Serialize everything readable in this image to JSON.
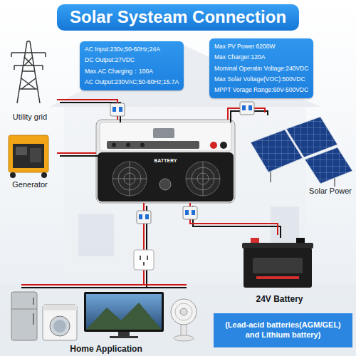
{
  "diagram": {
    "title": "Solar Systeam Connection",
    "nodes": [
      {
        "text": [
          "AC Input:230v;50-60Hz;24A",
          "DC Output:27VDC",
          "Max.AC Charging：100A",
          "AC Output:230VAC;50-60Hz;15.7A"
        ]
      },
      {
        "text": [
          "Max PV Power 6200W",
          "Max Charger:120A",
          "Mominal Operatin Voltage:240VDC",
          "Max Solar Voltage(VOC):500VDC",
          "MPPT Vorage Range:60V-500VDC"
        ]
      },
      {
        "text": [
          "Utility grid"
        ]
      },
      {
        "text": [
          "Generator"
        ]
      },
      {
        "text": [
          "BATTERY"
        ]
      },
      {
        "text": [
          "Solar Power"
        ]
      },
      {
        "text": [
          "24V Battery"
        ]
      },
      {
        "text": [
          "Home Application"
        ]
      },
      {
        "text": [
          "(Lead-acid batteries(AGM/GEL) and Lithium battery)"
        ]
      }
    ],
    "edges": [
      {
        "from": 2,
        "to": 4,
        "arrow": "none"
      },
      {
        "from": 3,
        "to": 4,
        "arrow": "none"
      },
      {
        "from": 5,
        "to": 4,
        "arrow": "none"
      },
      {
        "from": 4,
        "to": 6,
        "arrow": "none"
      },
      {
        "from": 4,
        "to": 7,
        "arrow": "none"
      }
    ]
  }
}
